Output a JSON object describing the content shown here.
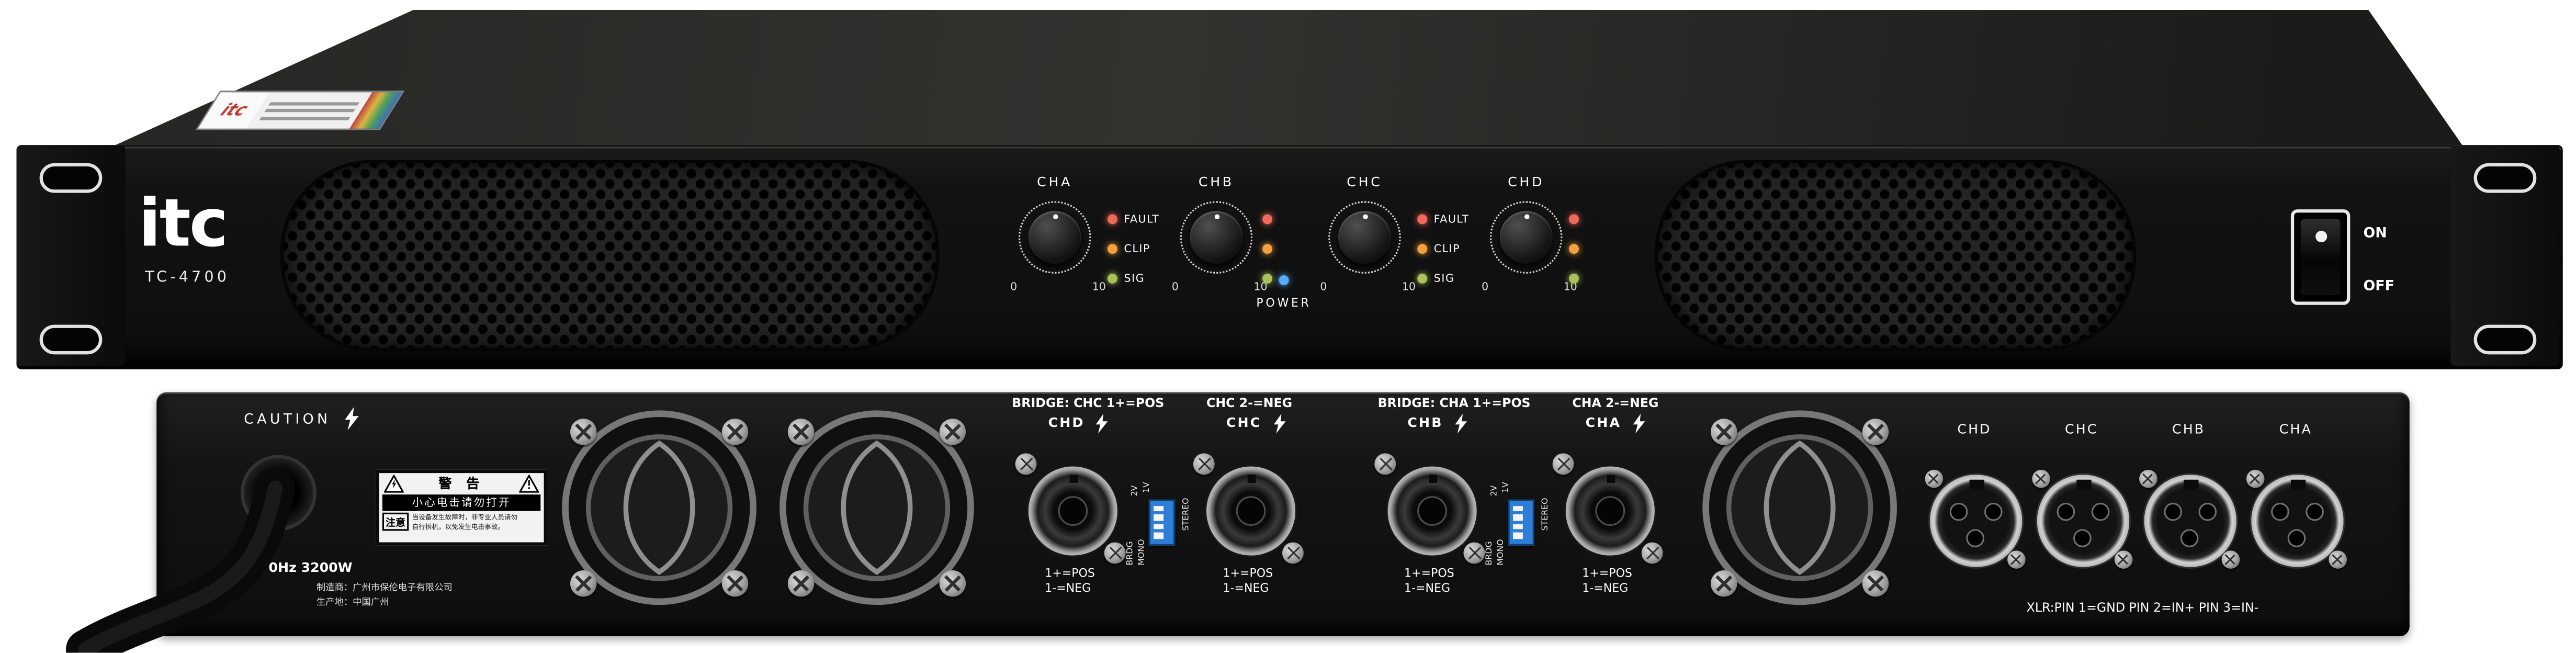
{
  "front": {
    "brand": "itc",
    "model": "TC-4700",
    "channels": [
      {
        "name": "CHA"
      },
      {
        "name": "CHB"
      },
      {
        "name": "CHC"
      },
      {
        "name": "CHD"
      }
    ],
    "led_labels": [
      "FAULT",
      "CLIP",
      "SIG"
    ],
    "led_colors": {
      "fault": "#ef6a5a",
      "clip": "#f2a13e",
      "sig": "#a8c35a",
      "power": "#57aaff"
    },
    "scale_min": "0",
    "scale_max": "10",
    "power_label": "POWER",
    "switch": {
      "on": "ON",
      "off": "OFF"
    }
  },
  "rear": {
    "caution": "CAUTION",
    "power_text": "0Hz 3200W",
    "mfr_line1": "制造商：广州市保伦电子有限公司",
    "mfr_line2": "生产地：中国广州",
    "warning": {
      "title": "警 告",
      "shock": "小心电击请勿打开",
      "note": "注意",
      "line1": "当设备发生故障时，非专业人员请勿",
      "line2": "自行拆机，以免发生电击事故。"
    },
    "bridge1_left": "BRIDGE: CHC 1+=POS",
    "bridge1_right": "CHC 2-=NEG",
    "bridge2_left": "BRIDGE: CHA 1+=POS",
    "bridge2_right": "CHA 2-=NEG",
    "speakons": [
      {
        "name": "CHD",
        "pos": "1+=POS",
        "neg": "1-=NEG"
      },
      {
        "name": "CHC",
        "pos": "1+=POS",
        "neg": "1-=NEG"
      },
      {
        "name": "CHB",
        "pos": "1+=POS",
        "neg": "1-=NEG"
      },
      {
        "name": "CHA",
        "pos": "1+=POS",
        "neg": "1-=NEG"
      }
    ],
    "dip": {
      "v2": "2V",
      "v1": "1V",
      "stereo": "STEREO",
      "brdg": "BRDG",
      "mono": "MONO"
    },
    "xlr_labels": [
      "CHD",
      "CHC",
      "CHB",
      "CHA"
    ],
    "xlr_note": "XLR:PIN 1=GND PIN 2=IN+ PIN 3=IN-"
  }
}
